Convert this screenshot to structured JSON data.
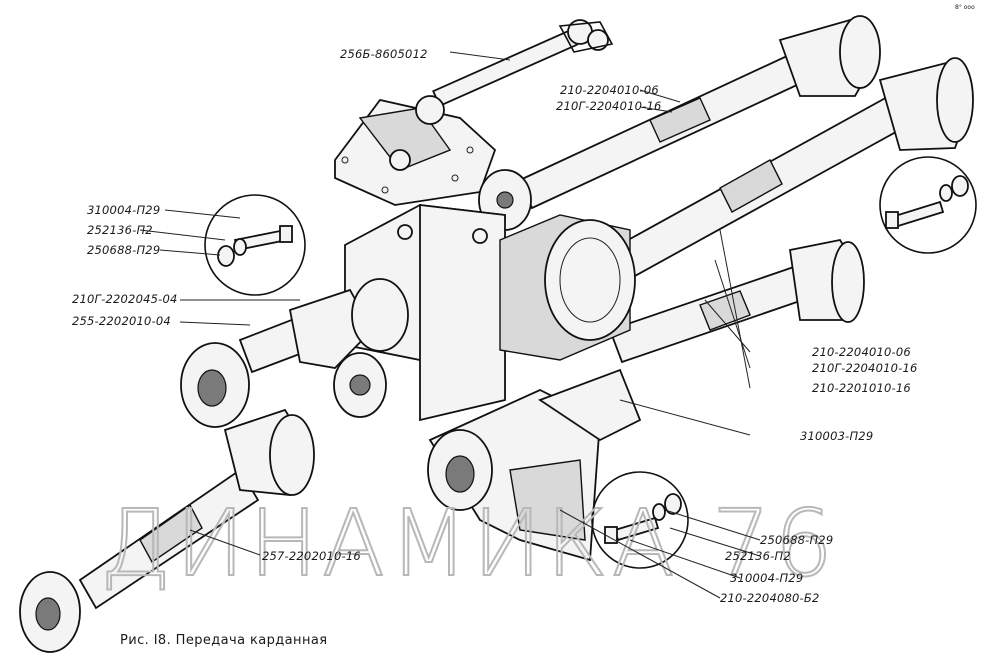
{
  "figure": {
    "caption": "Рис. I8. Передача карданная",
    "watermark": "ДИНАМИКА 76",
    "corner_mark": "8°  ooo"
  },
  "labels": {
    "l01": "256Б-8605012",
    "l02": "210-2204010-06",
    "l03": "210Г-2204010-16",
    "l04": "310004-П29",
    "l05": "252136-П2",
    "l06": "250688-П29",
    "l07": "210Г-2202045-04",
    "l08": "255-2202010-04",
    "l09": "210-2204010-06",
    "l10": "210Г-2204010-16",
    "l11": "210-2201010-16",
    "l12": "310003-П29",
    "l13": "250688-П29",
    "l14": "252136-П2",
    "l15": "257-2202010-16",
    "l16": "310004-П29",
    "l17": "210-2204080-Б2"
  }
}
